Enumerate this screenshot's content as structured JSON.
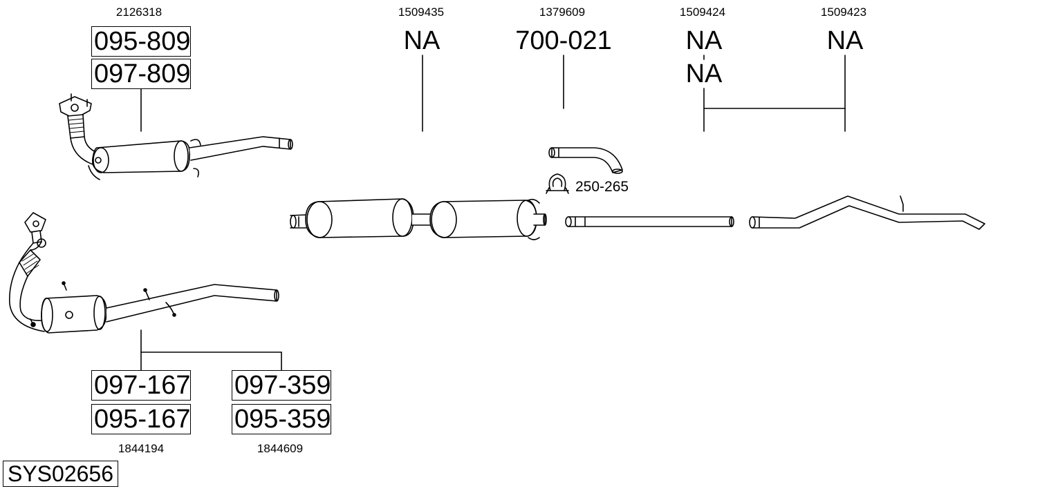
{
  "diagram": {
    "groups": {
      "front_pipe": {
        "ref": "2126318",
        "parts": [
          "095-809",
          "097-809"
        ]
      },
      "catalyst_a": {
        "parts": [
          "097-167",
          "095-167"
        ],
        "ref": "1844194"
      },
      "catalyst_b": {
        "parts": [
          "097-359",
          "095-359"
        ],
        "ref": "1844609"
      },
      "centre_silencer": {
        "ref": "1509435",
        "part": "NA"
      },
      "connecting_pipe": {
        "ref": "1379609",
        "part": "700-021"
      },
      "middle_pipe": {
        "ref": "1509424",
        "parts": [
          "NA",
          "NA"
        ]
      },
      "rear_pipe": {
        "ref": "1509423",
        "part": "NA"
      }
    },
    "clamp_label": "250-265",
    "system_id": "SYS02656"
  }
}
